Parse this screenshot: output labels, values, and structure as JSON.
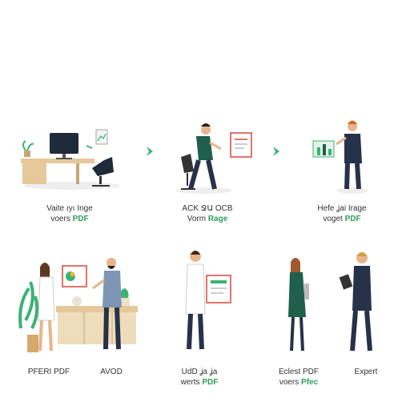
{
  "colors": {
    "accent_green": "#3bb273",
    "dark_green": "#1f5f4b",
    "navy": "#25324a",
    "wood": "#e6c89a",
    "paper_red": "#d9453b",
    "skin": "#e8b48c"
  },
  "icons": [
    "chevron-right-icon",
    "document-icon",
    "chart-icon",
    "plant-icon"
  ],
  "captions": {
    "s1": {
      "line1": "Vaite ıyı Inge",
      "line2a": "voers ",
      "line2b": "PDF"
    },
    "s2": {
      "line1": "ACK ՋԱ OCB",
      "line2a": "Vorm ",
      "line2b": "Rage"
    },
    "s3": {
      "line1": "Hefe ʝai Irage",
      "line2a": "voget ",
      "line2b": "PDF"
    },
    "s4": {
      "line1": "PFERI PDF"
    },
    "s5": {
      "line1": "AVOD"
    },
    "s6": {
      "line1": "UdD ʝa ʝa",
      "line2a": "werts ",
      "line2b": "PDF"
    },
    "s7": {
      "line1": "Eclest PDF",
      "line2a": "voers ",
      "line2b": "Pfec"
    },
    "s8": {
      "line1": "Expert"
    }
  }
}
